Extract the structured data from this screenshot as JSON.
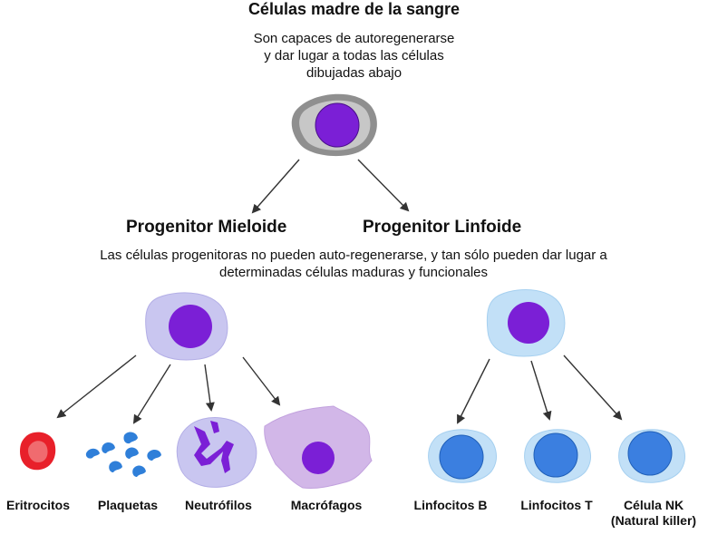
{
  "title": "Células madre de la sangre",
  "stem_description": [
    "Son capaces de autoregenerarse",
    "y dar lugar a todas las células",
    "dibujadas abajo"
  ],
  "myeloid_heading": "Progenitor Mieloide",
  "lymphoid_heading": "Progenitor Linfoide",
  "progenitor_description": [
    "Las células progenitoras no pueden auto-regenerarse, y tan sólo pueden dar lugar a",
    "determinadas células maduras y funcionales"
  ],
  "cells": {
    "eritrocitos": "Eritrocitos",
    "plaquetas": "Plaquetas",
    "neutrofilos": "Neutrófilos",
    "macrofagos": "Macrófagos",
    "linfocitos_b": "Linfocitos B",
    "linfocitos_t": "Linfocitos T",
    "celula_nk": "Célula NK",
    "celula_nk_note": "(Natural killer)"
  },
  "colors": {
    "stem_outer": "#8f8f8f",
    "nucleus_purple": "#7b1fd6",
    "myeloid_cell": "#c9c6f0",
    "lymphoid_cell": "#c2e0f7",
    "lymph_nucleus": "#3b7fe0",
    "erythrocyte": "#e8202a",
    "platelet": "#2f7fd9",
    "macrophage": "#d2b7e8",
    "arrow": "#333333"
  }
}
